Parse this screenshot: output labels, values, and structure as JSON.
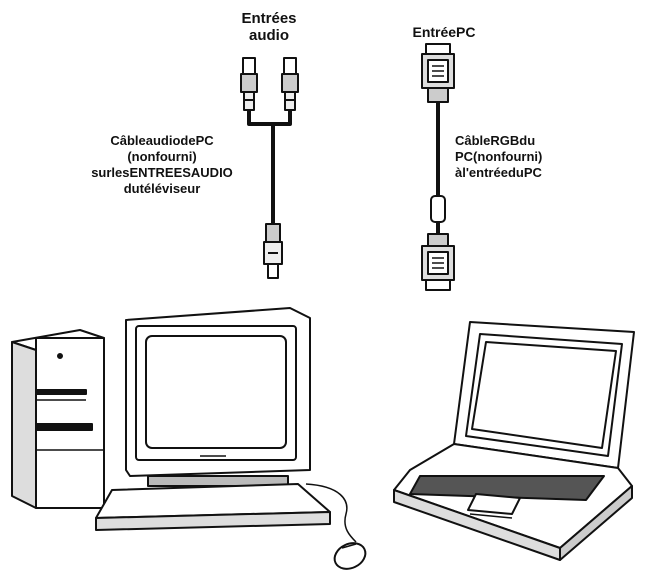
{
  "labels": {
    "audio_inputs": [
      "Entrées",
      "audio"
    ],
    "pc_input": "EntréePC",
    "audio_cable": [
      "CâbleaudiodePC",
      "(nonfourni)",
      "surlesENTREESAUDIO",
      "dutéléviseur"
    ],
    "rgb_cable": [
      "CâbleRGBdu",
      "PC(nonfourni)",
      "àl'entréeduPC"
    ]
  },
  "icons": [
    "rca-connector-icon",
    "vga-connector-icon",
    "desktop-tower-icon",
    "crt-monitor-icon",
    "keyboard-icon",
    "mouse-icon",
    "laptop-icon"
  ],
  "colors": {
    "line": "#111111",
    "fill": "#ffffff",
    "shade": "#bbbbbb"
  }
}
